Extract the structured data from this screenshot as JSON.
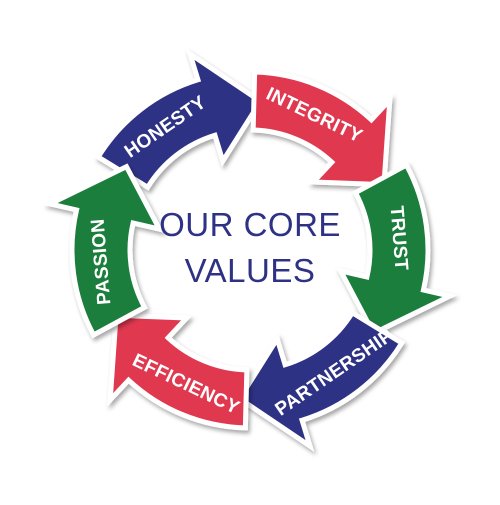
{
  "center": {
    "line1": "OUR CORE",
    "line2": "VALUES"
  },
  "segments": [
    {
      "label": "HONESTY",
      "color": "#2e3184"
    },
    {
      "label": "INTEGRITY",
      "color": "#e0394f"
    },
    {
      "label": "TRUST",
      "color": "#1d7e3c"
    },
    {
      "label": "PARTNERSHIP",
      "color": "#2e3184"
    },
    {
      "label": "EFFICIENCY",
      "color": "#e0394f"
    },
    {
      "label": "PASSION",
      "color": "#1d7e3c"
    }
  ]
}
